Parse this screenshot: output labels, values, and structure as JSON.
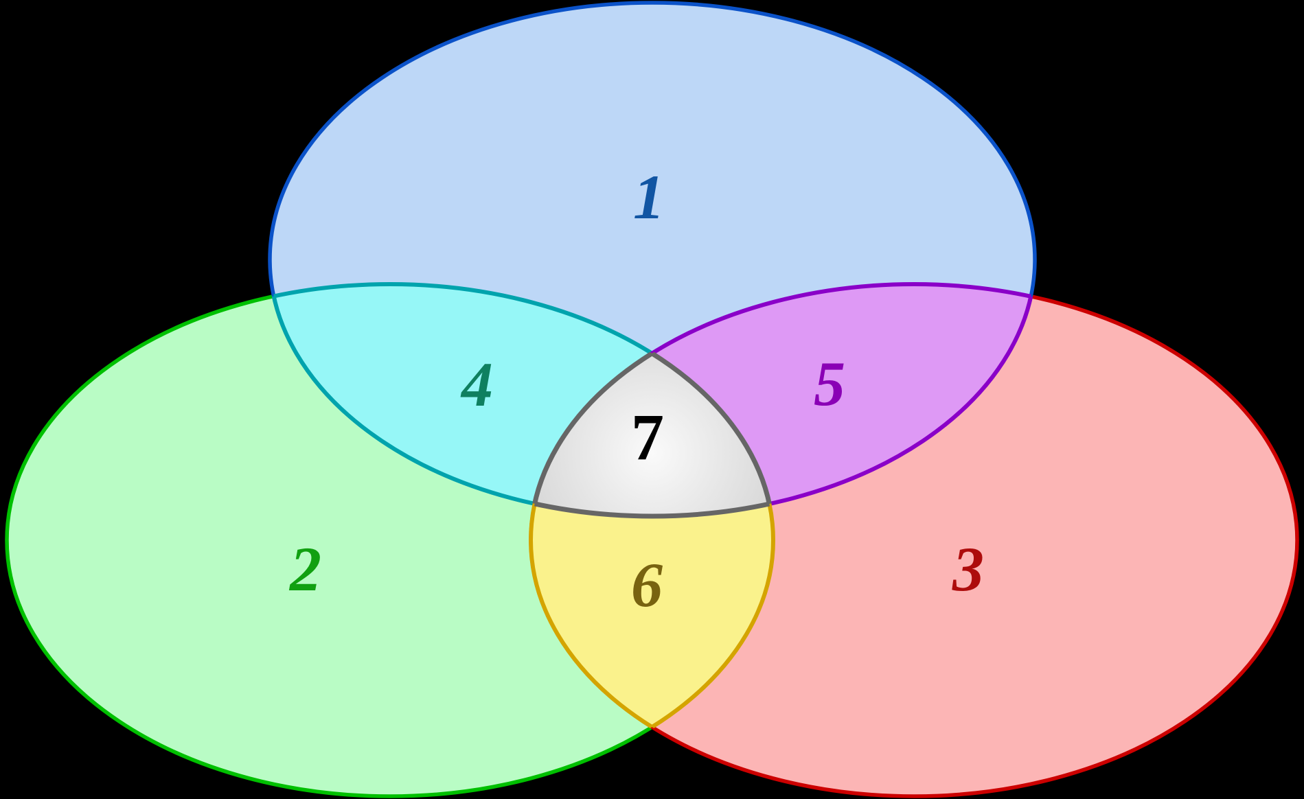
{
  "diagram": {
    "type": "venn-3-ellipse",
    "background": "#000000",
    "regions": [
      {
        "id": "set-a",
        "label": "1",
        "fill": "#bdd7f7",
        "stroke": "#0b52c8",
        "label_color": "#1155a3"
      },
      {
        "id": "set-b",
        "label": "2",
        "fill": "#b9fcc5",
        "stroke": "#00c000",
        "label_color": "#11a011"
      },
      {
        "id": "set-c",
        "label": "3",
        "fill": "#fcb5b5",
        "stroke": "#cc0000",
        "label_color": "#ad0c0c"
      },
      {
        "id": "a-and-b",
        "label": "4",
        "fill": "#96f7f7",
        "stroke": "#00a3ad",
        "label_color": "#0f8060"
      },
      {
        "id": "a-and-c",
        "label": "5",
        "fill": "#de99f5",
        "stroke": "#8a00c8",
        "label_color": "#8a00b5"
      },
      {
        "id": "b-and-c",
        "label": "6",
        "fill": "#faf28c",
        "stroke": "#d4a400",
        "label_color": "#786310"
      },
      {
        "id": "a-and-b-and-c",
        "label": "7",
        "fill_center": "#fafafa",
        "fill_edge": "#c3c3c3",
        "stroke": "#666666",
        "label_color": "#000000"
      }
    ]
  }
}
